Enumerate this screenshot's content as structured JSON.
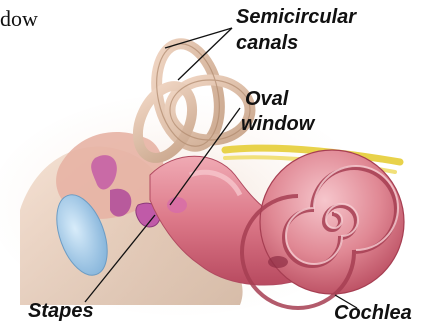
{
  "fragment_text": "dow",
  "labels": {
    "semicircular_line1": "Semicircular",
    "semicircular_line2": "canals",
    "oval_line1": "Oval",
    "oval_line2": "window",
    "stapes": "Stapes",
    "cochlea": "Cochlea"
  },
  "colors": {
    "cochlea": "#d86e80",
    "cochlea_light": "#f3b8c0",
    "canals": "#d6b89c",
    "eardrum": "#9ec6e6",
    "nerve": "#e8d24a",
    "stapes": "#c05aa8",
    "leader_line": "#111111"
  }
}
